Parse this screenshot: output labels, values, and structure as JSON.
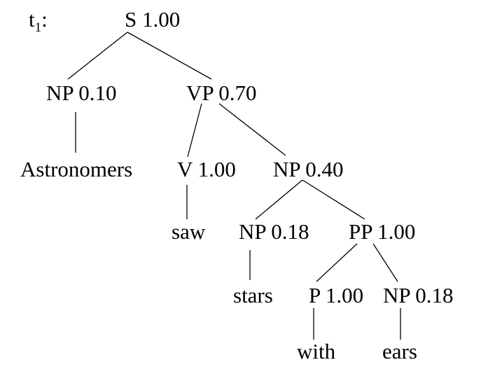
{
  "tree_label": {
    "base": "t",
    "subscript": "1",
    "suffix": ":"
  },
  "nodes": {
    "s": "S 1.00",
    "np1": "NP 0.10",
    "vp": "VP 0.70",
    "astro": "Astronomers",
    "v": "V 1.00",
    "np2": "NP 0.40",
    "saw": "saw",
    "np3": "NP 0.18",
    "pp": "PP 1.00",
    "stars": "stars",
    "p": "P 1.00",
    "np4": "NP 0.18",
    "with": "with",
    "ears": "ears"
  },
  "colors": {
    "ink": "#000000",
    "background": "#ffffff"
  }
}
